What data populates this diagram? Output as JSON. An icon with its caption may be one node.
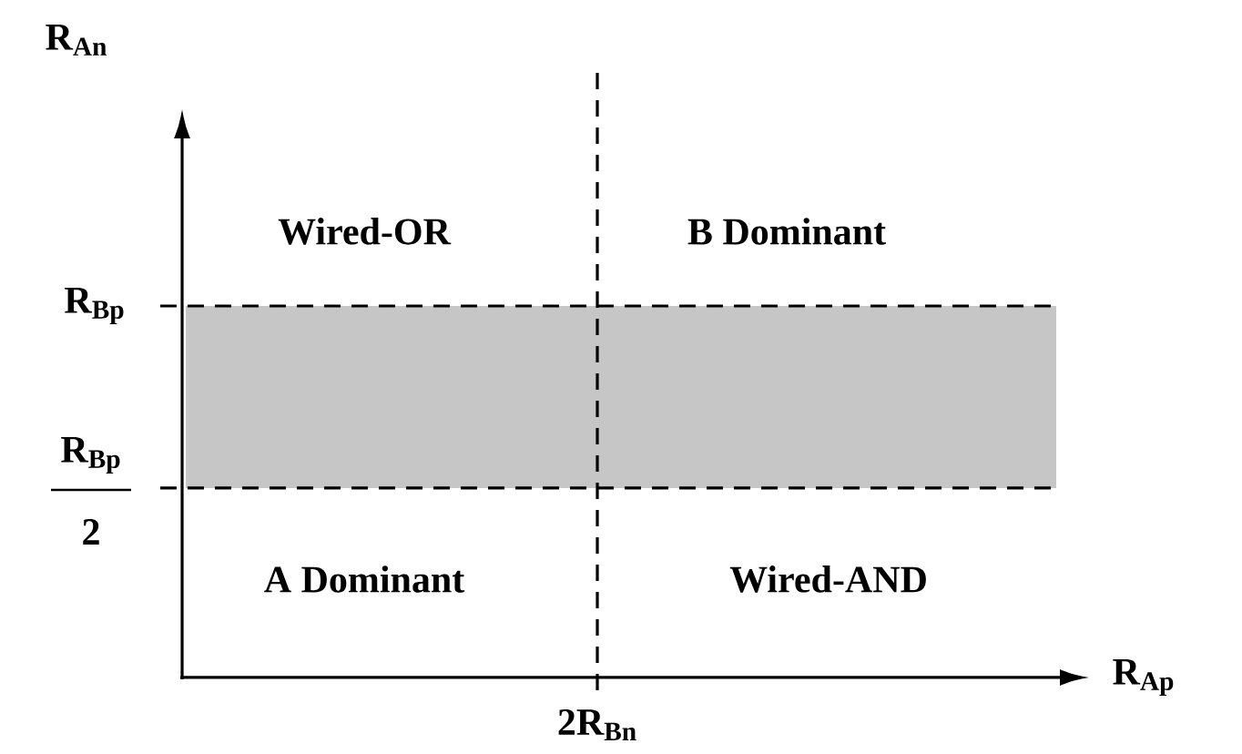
{
  "diagram": {
    "nodes": [
      {
        "text": [],
        "shape": "box"
      }
    ],
    "labels": [
      "R$_{An}$",
      "Wired-OR",
      "B Dominant",
      "R$_{Bp}$",
      "R$_{Bp}$",
      "2",
      "A Dominant",
      "Wired-AND",
      "R$_{Ap}$",
      "2R$_{Bn}$"
    ]
  }
}
